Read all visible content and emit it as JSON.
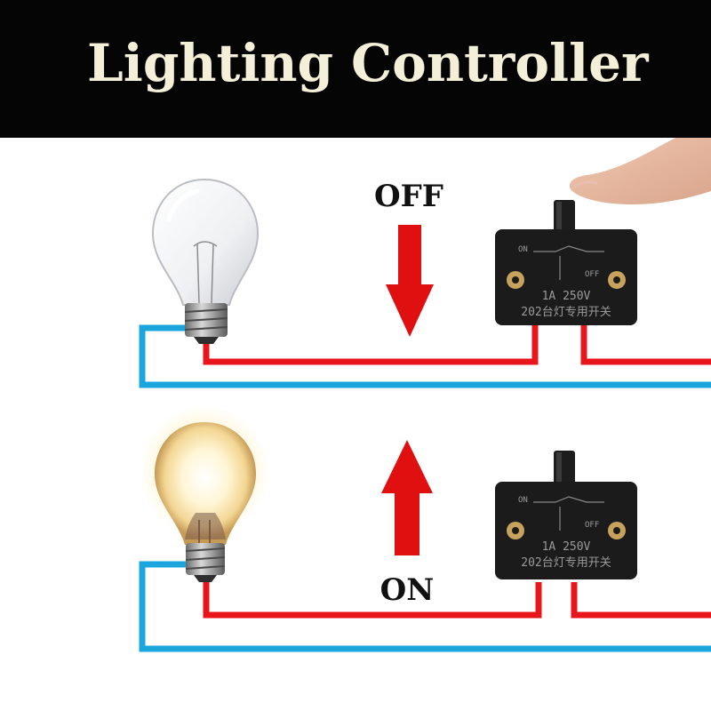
{
  "title": {
    "word1": "Lighting",
    "word2": "Controller"
  },
  "states": {
    "off": {
      "label": "OFF",
      "direction": "down"
    },
    "on": {
      "label": "ON",
      "direction": "up"
    }
  },
  "switch": {
    "on_mark": "ON",
    "off_mark": "OFF",
    "rating": "1A 250V",
    "model": "202台灯专用开关"
  },
  "colors": {
    "live_wire": "#e8151b",
    "neutral_wire": "#1aa6dd",
    "arrow": "#e01010",
    "banner": "#050505",
    "title_text": "#f4efd8"
  }
}
